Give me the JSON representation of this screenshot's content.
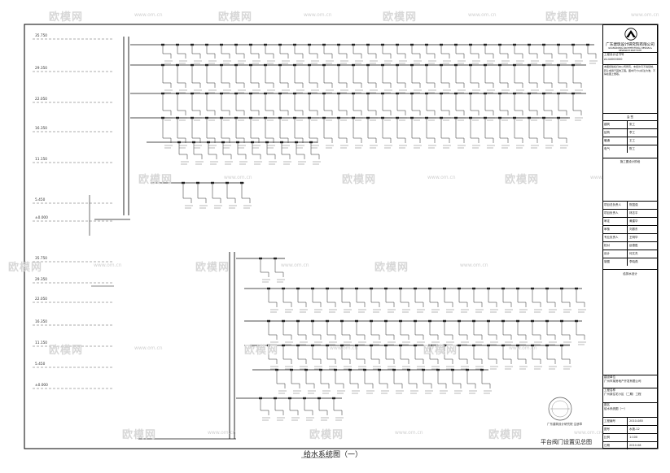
{
  "drawing": {
    "title": "给水系统图（一）",
    "watermark_brand": "欧模网",
    "watermark_url": "www.om.cn",
    "seal_text": "广东建筑设计研究院 注册章",
    "elevations_top": [
      "35.750",
      "29.350",
      "22.050",
      "16.350",
      "11.150",
      "5.450",
      "±0.000"
    ],
    "elevations_bottom": [
      "35.750",
      "29.350",
      "22.050",
      "16.350",
      "11.150",
      "5.450",
      "±0.000"
    ],
    "bottom_note": "平台阀门设置见总图"
  },
  "title_block": {
    "company": "广东建筑设计研究院有限公司",
    "company_en": "GUANGDONG ARCHITECTURAL DESIGN & RESEARCH INSTITUTE",
    "cert_label": "工程设计证书号",
    "cert_value": "A144000000",
    "notice": "本图纸版权归本公司所有，未经许可不得复制、转让或用于其他工程。图中尺寸以标注为准，不得在图上量取。",
    "approval_title": "会  签",
    "approval_rows": [
      {
        "k": "建筑",
        "v": "张工"
      },
      {
        "k": "结构",
        "v": "李工"
      },
      {
        "k": "暖通",
        "v": "王工"
      },
      {
        "k": "电气",
        "v": "陈工"
      }
    ],
    "stage_label": "施工图设计阶段",
    "people_rows": [
      {
        "k": "项目总负责人",
        "v": "陈国强"
      },
      {
        "k": "项目负责人",
        "v": "林志平"
      },
      {
        "k": "审定",
        "v": "黄建华"
      },
      {
        "k": "审核",
        "v": "刘振东"
      },
      {
        "k": "专业负责人",
        "v": "王明华"
      },
      {
        "k": "校对",
        "v": "赵德胜"
      },
      {
        "k": "设计",
        "v": "何文杰"
      },
      {
        "k": "制图",
        "v": "李晓燕"
      }
    ],
    "section_label": "给排水设计",
    "project_label": "建设单位",
    "project_value": "广州市某房地产开发有限公司",
    "name_label": "工程名称",
    "name_value": "广州某住宅小区（二期）工程",
    "sheet_label": "图名",
    "sheet_value": "给水系统图（一）",
    "rows_bottom": [
      {
        "k": "工程编号",
        "v": "2010-085"
      },
      {
        "k": "图号",
        "v": "水施-12"
      },
      {
        "k": "比例",
        "v": "1:100"
      },
      {
        "k": "日期",
        "v": "2010.08"
      }
    ]
  }
}
